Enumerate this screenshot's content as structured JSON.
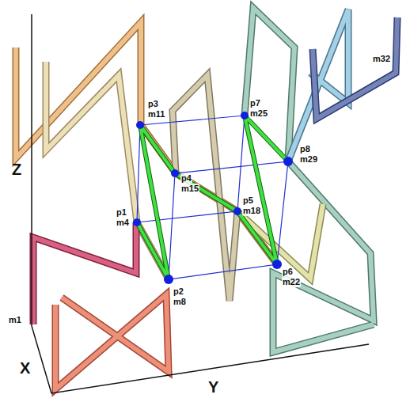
{
  "diagram": {
    "labels": [
      "Z",
      "X",
      "Y",
      "m1",
      "m32",
      "p3",
      "m11",
      "p4",
      "m15",
      "p1",
      "m4",
      "p2",
      "m8",
      "p7",
      "m25",
      "p8",
      "m29",
      "p5",
      "m18",
      "p6",
      "m22"
    ]
  }
}
